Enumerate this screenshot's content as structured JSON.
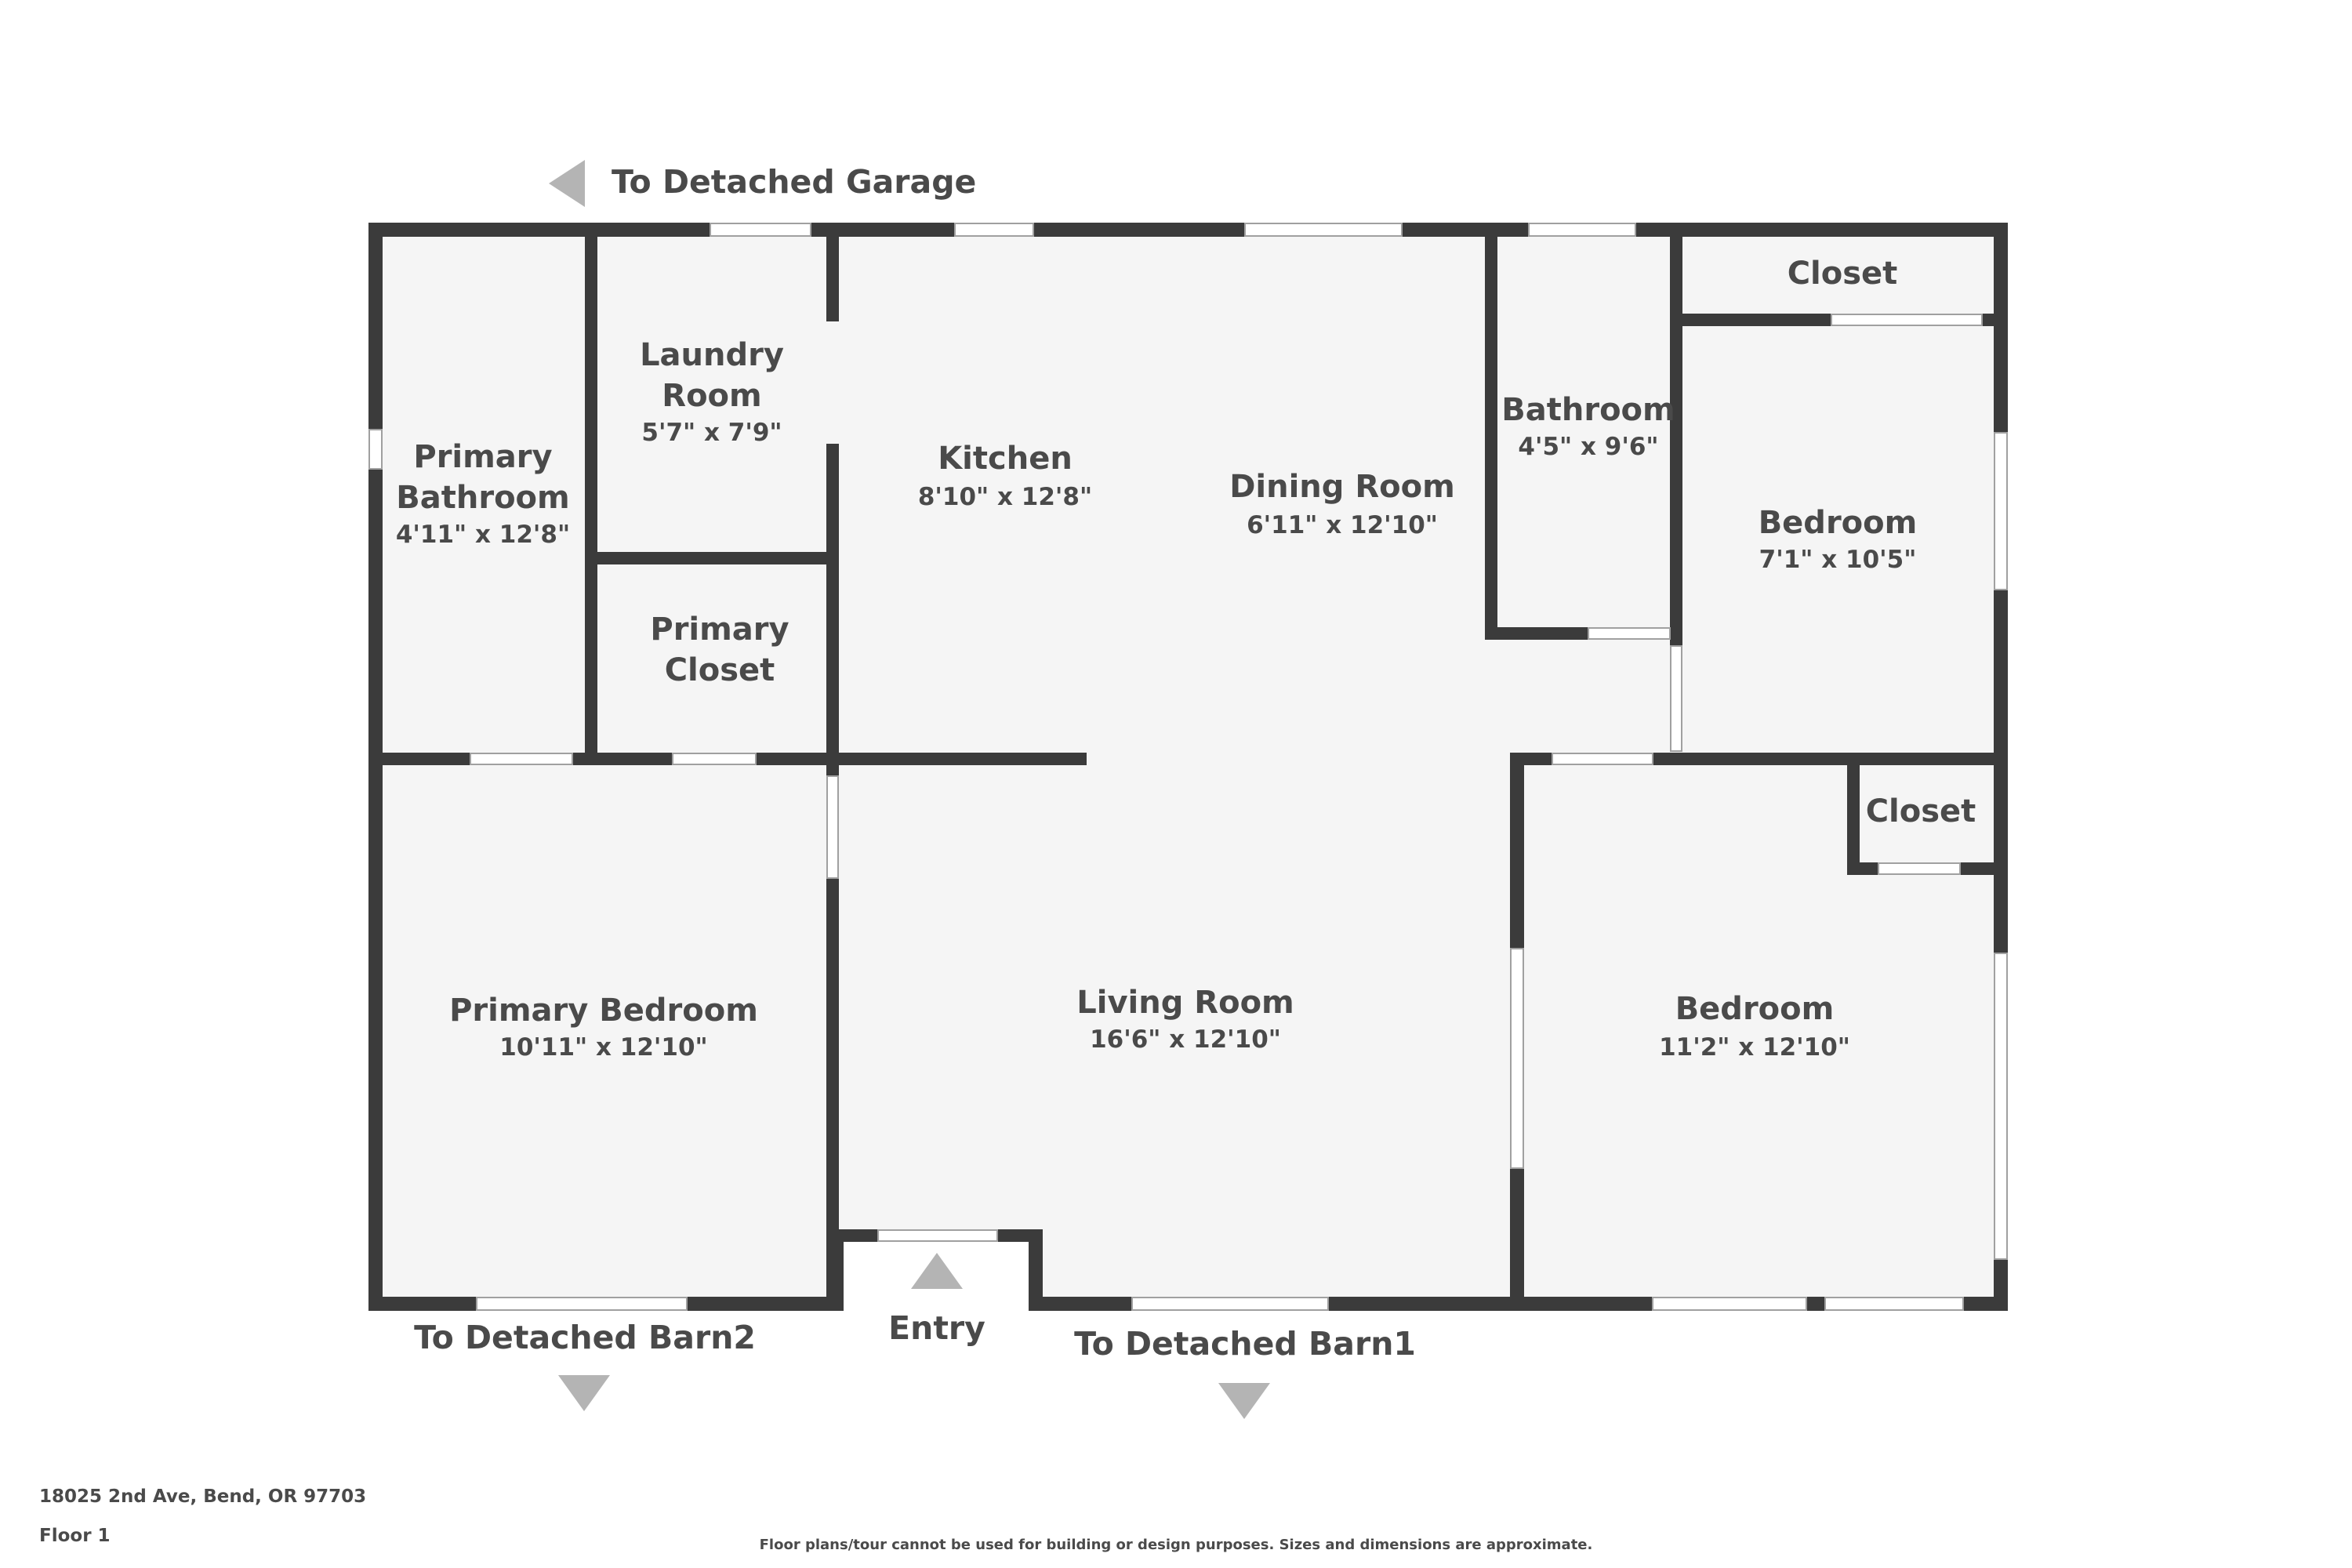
{
  "colors": {
    "wall": "#3b3b3b",
    "floor": "#f5f5f5",
    "text": "#4a4a4a",
    "arrow": "#b4b4b4"
  },
  "rooms": {
    "primary_bathroom": {
      "name_line1": "Primary",
      "name_line2": "Bathroom",
      "dims": "4'11\" x 12'8\""
    },
    "laundry_room": {
      "name_line1": "Laundry",
      "name_line2": "Room",
      "dims": "5'7\" x 7'9\""
    },
    "primary_closet": {
      "name_line1": "Primary",
      "name_line2": "Closet"
    },
    "kitchen": {
      "name": "Kitchen",
      "dims": "8'10\" x 12'8\""
    },
    "dining_room": {
      "name": "Dining Room",
      "dims": "6'11\" x 12'10\""
    },
    "bathroom": {
      "name": "Bathroom",
      "dims": "4'5\" x 9'6\""
    },
    "closet_top": {
      "name": "Closet"
    },
    "bedroom_upper": {
      "name": "Bedroom",
      "dims": "7'1\" x 10'5\""
    },
    "closet_lower": {
      "name": "Closet"
    },
    "primary_bedroom": {
      "name": "Primary Bedroom",
      "dims": "10'11\" x 12'10\""
    },
    "living_room": {
      "name": "Living Room",
      "dims": "16'6\" x 12'10\""
    },
    "bedroom_lower": {
      "name": "Bedroom",
      "dims": "11'2\" x 12'10\""
    }
  },
  "navigation": {
    "garage": "To Detached Garage",
    "barn2": "To Detached Barn2",
    "entry": "Entry",
    "barn1": "To Detached Barn1"
  },
  "footer": {
    "address": "18025 2nd Ave, Bend, OR 97703",
    "floor": "Floor 1",
    "disclaimer": "Floor plans/tour cannot be used for building or design purposes. Sizes and dimensions are approximate."
  }
}
